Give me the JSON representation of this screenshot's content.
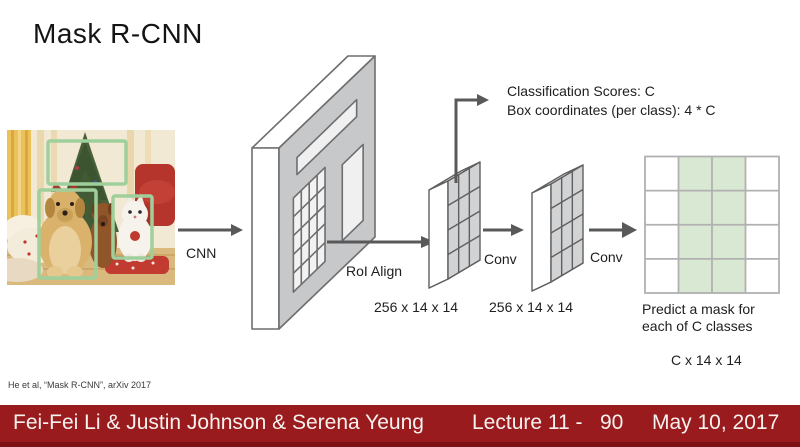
{
  "slide": {
    "title": "Mask R-CNN",
    "citation": "He et al, “Mask R-CNN”, arXiv 2017"
  },
  "diagram": {
    "cnn_label": "CNN",
    "roi_align_label": "RoI Align",
    "conv1_label": "Conv",
    "conv2_label": "Conv",
    "feature_dims_1": "256 x 14 x 14",
    "feature_dims_2": "256 x 14 x 14",
    "classification_line1": "Classification Scores: C",
    "classification_line2": "Box coordinates (per class): 4 * C",
    "mask_caption_line1": "Predict a mask for",
    "mask_caption_line2": "each of C classes",
    "mask_dims": "C x 14 x 14",
    "mask_grid": {
      "rows": 4,
      "cols": 4,
      "highlighted_columns": [
        2,
        3
      ],
      "highlight_color": "#d9e8d3",
      "line_color": "#b1b1b1"
    },
    "input_image": {
      "description": "photo of two dogs and a cat by a christmas tree",
      "bounding_box_color": "#9fcf9b",
      "detected_regions": [
        "christmas-tree",
        "golden-dog",
        "white-cat"
      ]
    }
  },
  "footer": {
    "authors": "Fei-Fei Li & Justin Johnson & Serena Yeung",
    "lecture": "Lecture 11 -",
    "slide_number": "90",
    "date": "May 10, 2017",
    "bar_color": "#9a1b1e"
  }
}
